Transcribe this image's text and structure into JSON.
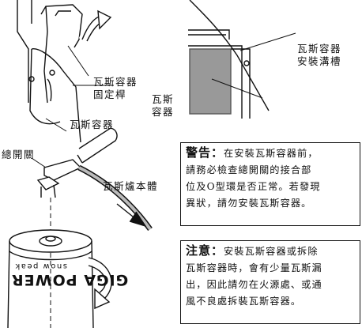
{
  "labels": {
    "holder_line1": "瓦斯容器",
    "holder_line2": "固定桿",
    "canister_left_line1": "瓦斯",
    "canister_left_line2": "容器",
    "canister_bottom": "瓦斯容器",
    "groove_line1": "瓦斯容器",
    "groove_line2": "安裝溝槽",
    "main_valve": "總開關",
    "stove_body": "瓦斯爐本體",
    "can_brand": "GIGA POWER",
    "can_maker": "snow peak"
  },
  "warning": {
    "head": "警告：",
    "line1": "在安裝瓦斯容器前，",
    "line2": "請務必檢查總開關的接合部",
    "line3": "位及O型環是否正常。若發現",
    "line4": "異狀，請勿安裝瓦斯容器。"
  },
  "caution": {
    "head": "注意：",
    "line1": "安裝瓦斯容器或拆除",
    "line2": "瓦斯容器時，會有少量瓦斯漏",
    "line3": "出，因此請勿在火源處、或通",
    "line4": "風不良處拆裝瓦斯容器。"
  }
}
